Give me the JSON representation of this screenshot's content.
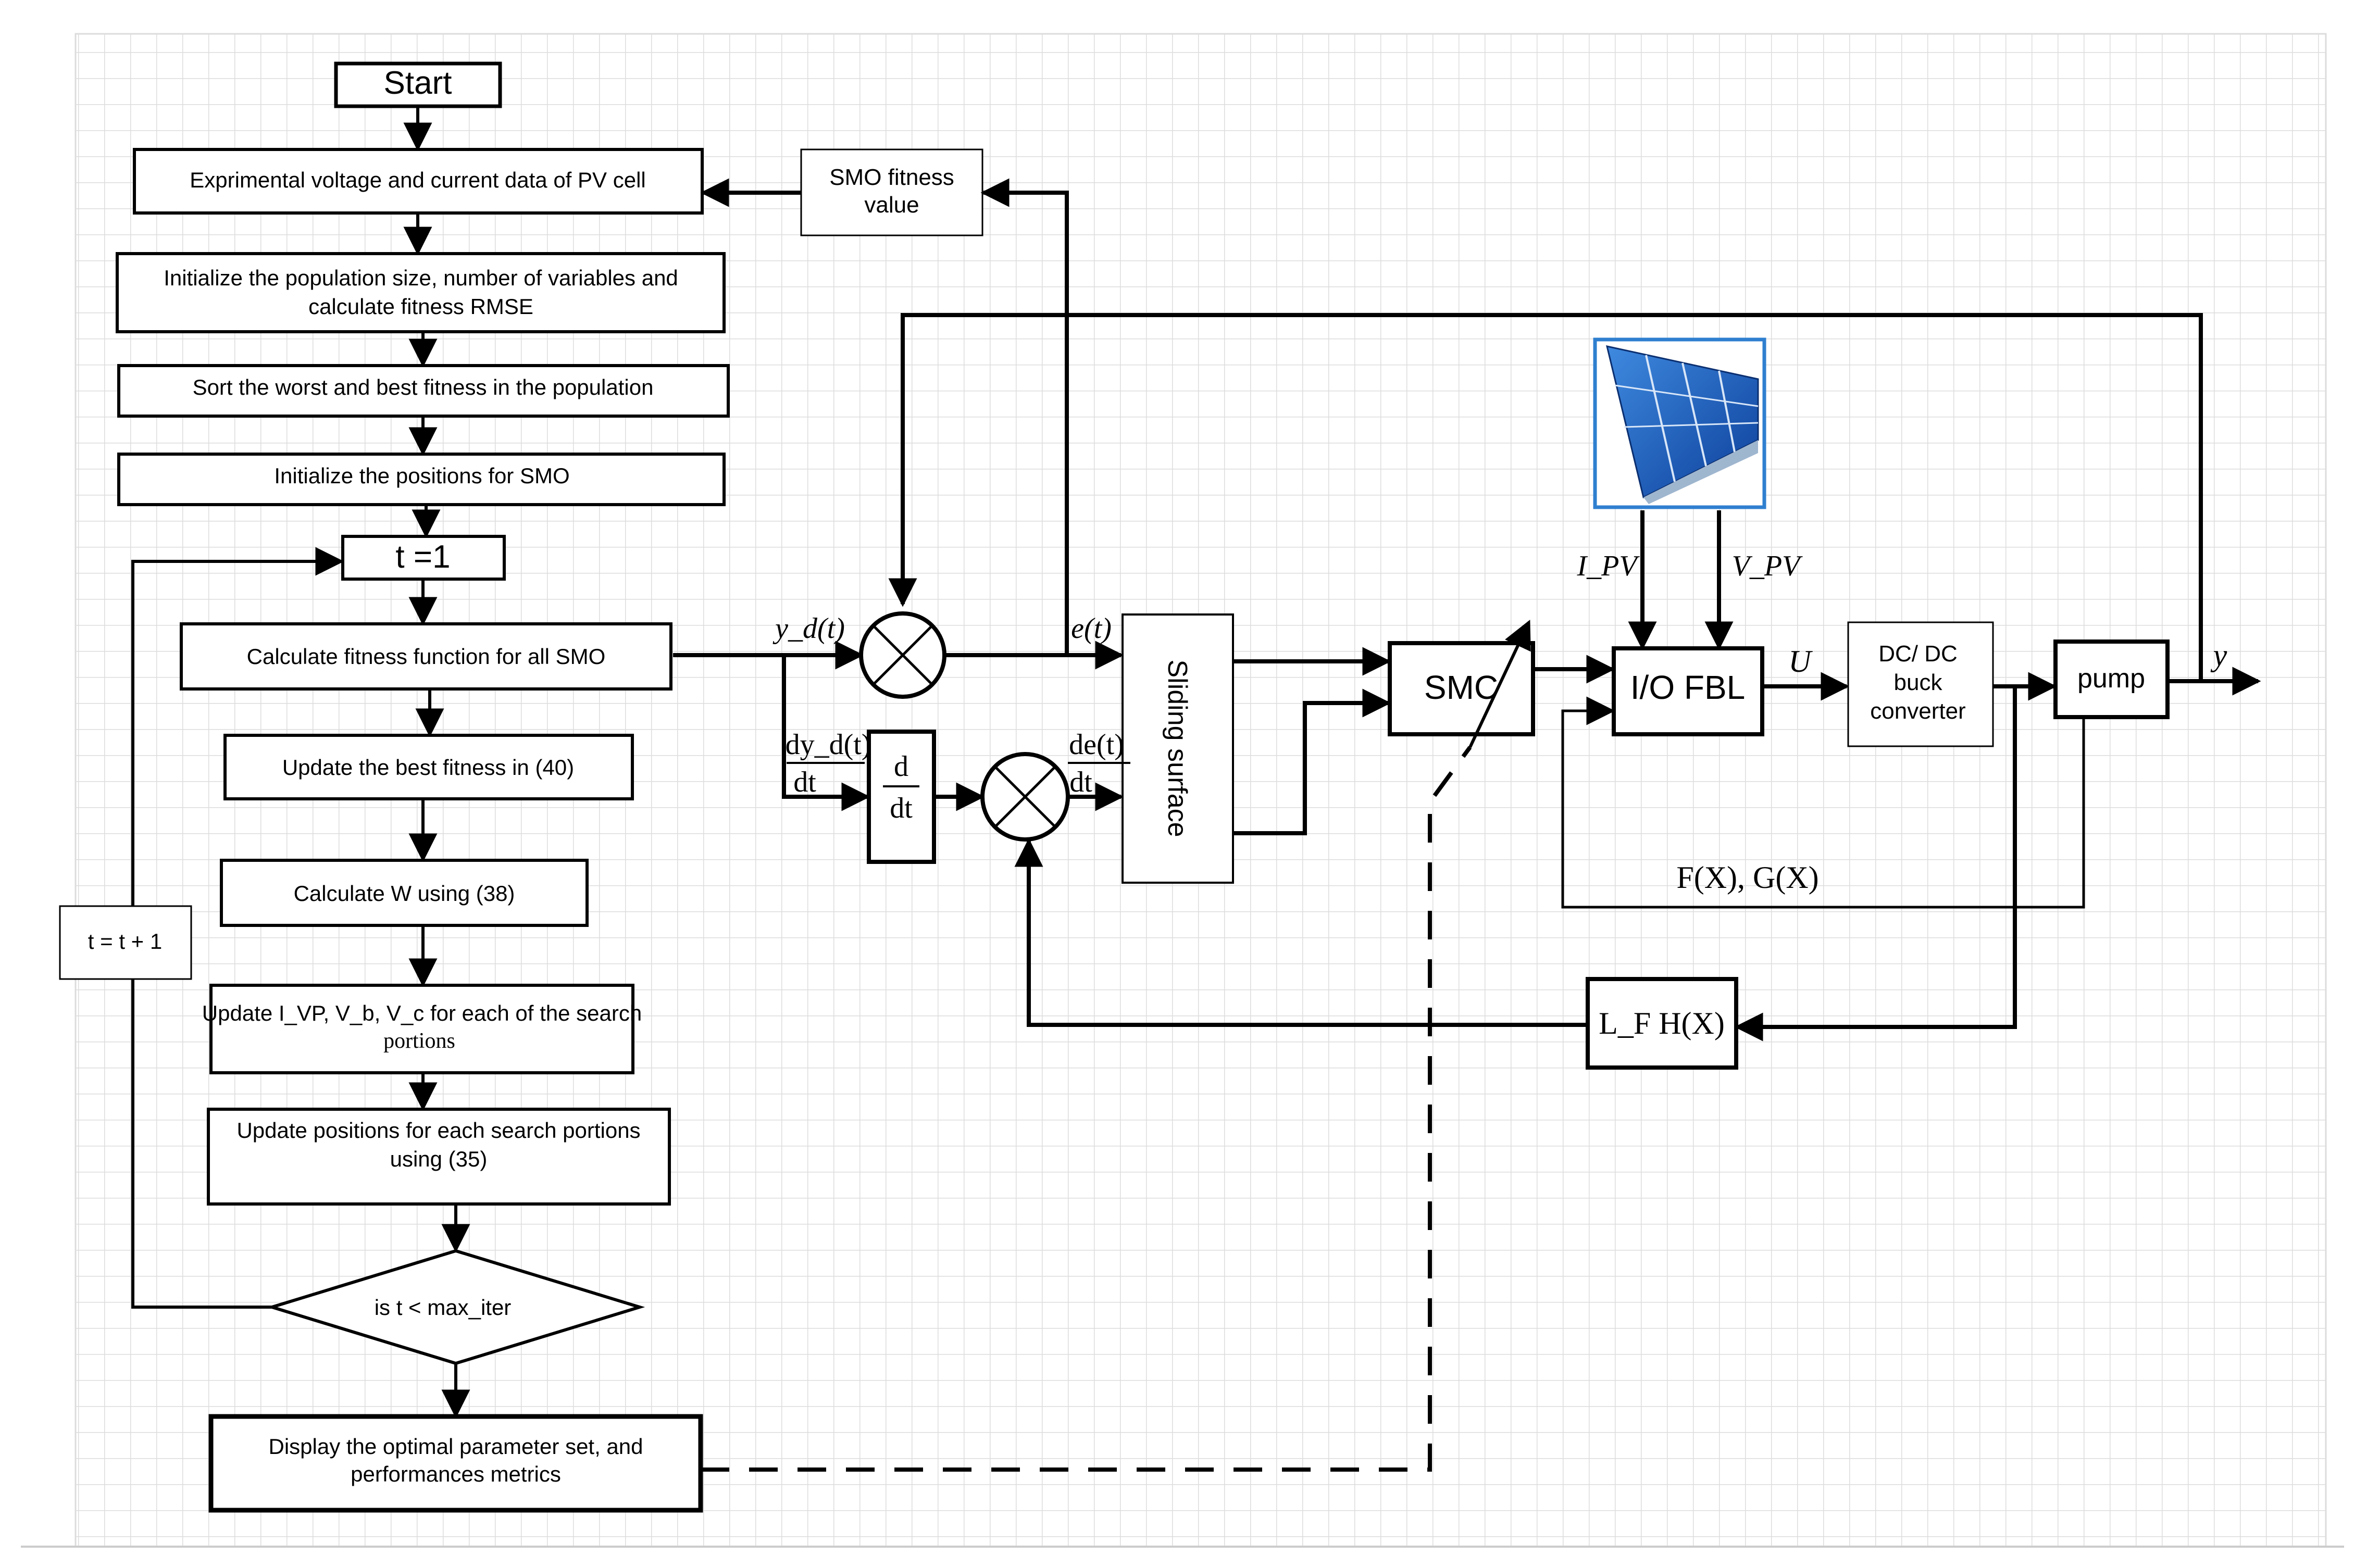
{
  "flowchart": {
    "start": "Start",
    "step1": "Exprimental voltage and current data of PV cell",
    "step2_line1": "Initialize the population size, number of variables  and",
    "step2_line2": "calculate fitness RMSE",
    "step3": "Sort the worst and best fitness in the population",
    "step4": "Initialize the positions for SMO",
    "t_init": "t =1",
    "step5": "Calculate fitness function for all SMO",
    "step6": "Update the best fitness in (40)",
    "step7": "Calculate W using (38)",
    "step8_line1": "Update I_VP, V_b, V_c for each of the search",
    "step8_line2": "portions",
    "step9_line1": "Update positions for each search portions",
    "step9_line2": "using (35)",
    "decision": "is t < max_iter",
    "t_increment": "t = t + 1",
    "step10_line1": "Display the optimal parameter set, and",
    "step10_line2": "performances metrics"
  },
  "control": {
    "smo_fitness_line1": "SMO fitness",
    "smo_fitness_line2": "value",
    "yd": "y_d(t)",
    "et": "e(t)",
    "dyd_num": "dy_d(t)",
    "dt": "dt",
    "deriv_num": "d",
    "deriv_den": "dt",
    "de_num": "de(t)",
    "sliding_surface": "Sliding surface",
    "smc": "SMC",
    "io_fbl": "I/O FBL",
    "ipv": "I_PV",
    "vpv": "V_PV",
    "u": "U",
    "dcdc_line1": "DC/ DC",
    "dcdc_line2": "buck",
    "dcdc_line3": "converter",
    "pump": "pump",
    "y": "y",
    "fg": "F(X), G(X)",
    "lfh": "L_F H(X)"
  },
  "icons": {
    "solar_panel": "solar-panel-icon"
  },
  "colors": {
    "panel_frame": "#2f7fd0",
    "panel_cell": "#1e5fc4",
    "grid": "#dcdcdc"
  }
}
